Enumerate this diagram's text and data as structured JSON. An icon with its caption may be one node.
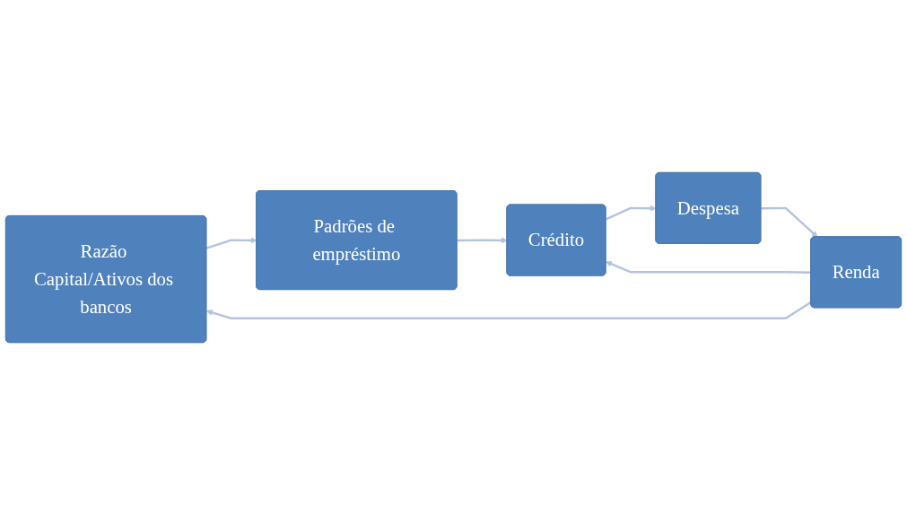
{
  "diagram": {
    "nodes": [
      {
        "text": [
          "Razão Capital/Ativos dos bancos"
        ]
      },
      {
        "text": [
          "Padrões de empréstimo"
        ]
      },
      {
        "text": [
          "Crédito"
        ]
      },
      {
        "text": [
          "Despesa"
        ]
      },
      {
        "text": [
          "Renda"
        ]
      }
    ],
    "edges": [
      {
        "from": 0,
        "to": 1,
        "arrow": "to"
      },
      {
        "from": 1,
        "to": 2,
        "arrow": "to"
      },
      {
        "from": 2,
        "to": 3,
        "arrow": "to"
      },
      {
        "from": 3,
        "to": 4,
        "arrow": "to"
      },
      {
        "from": 4,
        "to": 0,
        "arrow": "to"
      },
      {
        "from": 4,
        "to": 2,
        "arrow": "to"
      }
    ]
  }
}
